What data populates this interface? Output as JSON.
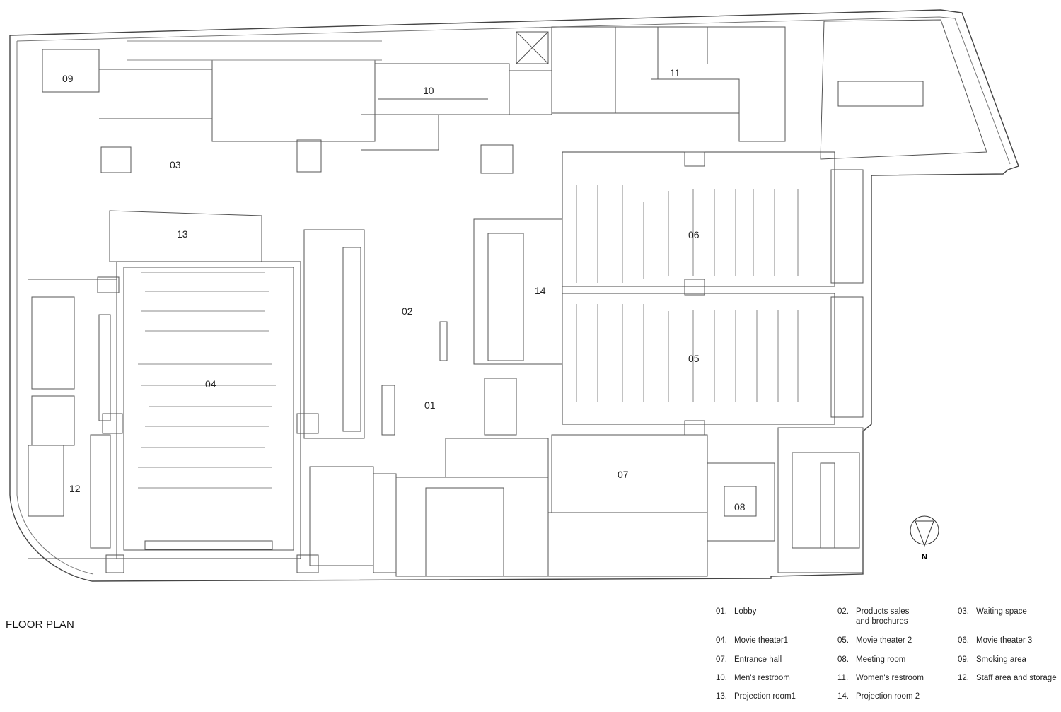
{
  "title": "FLOOR PLAN",
  "rooms": {
    "r01": "01",
    "r02": "02",
    "r03": "03",
    "r04": "04",
    "r05": "05",
    "r06": "06",
    "r07": "07",
    "r08": "08",
    "r09": "09",
    "r10": "10",
    "r11": "11",
    "r12": "12",
    "r13": "13",
    "r14": "14"
  },
  "north": "N",
  "legend": [
    {
      "num": "01.",
      "text": "Lobby"
    },
    {
      "num": "02.",
      "text": "Products sales\nand brochures"
    },
    {
      "num": "03.",
      "text": "Waiting space"
    },
    {
      "num": "04.",
      "text": "Movie theater1"
    },
    {
      "num": "05.",
      "text": "Movie theater 2"
    },
    {
      "num": "06.",
      "text": "Movie theater 3"
    },
    {
      "num": "07.",
      "text": "Entrance hall"
    },
    {
      "num": "08.",
      "text": "Meeting room"
    },
    {
      "num": "09.",
      "text": "Smoking area"
    },
    {
      "num": "10.",
      "text": "Men's restroom"
    },
    {
      "num": "11.",
      "text": "Women's restroom"
    },
    {
      "num": "12.",
      "text": "Staff area and storage"
    },
    {
      "num": "13.",
      "text": "Projection room1"
    },
    {
      "num": "14.",
      "text": "Projection room 2"
    }
  ]
}
